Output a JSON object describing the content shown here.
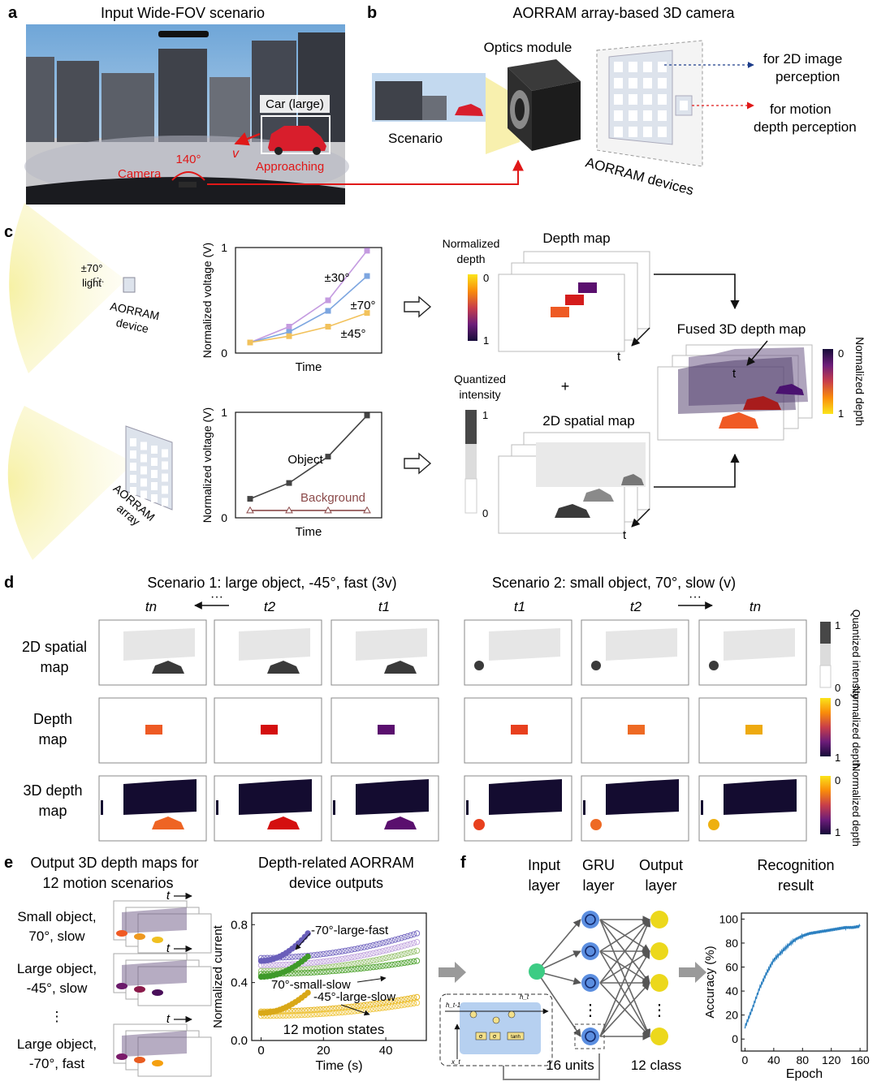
{
  "panels": {
    "a": {
      "letter": "a",
      "title": "Input Wide-FOV scenario",
      "car_label": "Car (large)",
      "velocity": "v",
      "angle": "140°",
      "camera": "Camera",
      "approaching": "Approaching"
    },
    "b": {
      "letter": "b",
      "title": "AORRAM array-based 3D camera",
      "optics": "Optics module",
      "scenario": "Scenario",
      "devices": "AORRAM devices",
      "arrow1_line1": "for 2D image",
      "arrow1_line2": "perception",
      "arrow2_line1": "for motion",
      "arrow2_line2": "depth perception"
    },
    "c": {
      "letter": "c",
      "light_line1": "±70°",
      "light_line2": "light",
      "device_line1": "AORRAM",
      "device_line2": "device",
      "array_line1": "AORRAM",
      "array_line2": "array",
      "depth_map": "Depth map",
      "norm_depth_line1": "Normalized",
      "norm_depth_line2": "depth",
      "quant_line1": "Quantized",
      "quant_line2": "intensity",
      "spatial_map": "2D spatial map",
      "fused": "Fused 3D depth map",
      "plus": "+",
      "t": "t",
      "scale_0": "0",
      "scale_1": "1",
      "normalized_depth_vertical": "Normalized depth"
    },
    "d": {
      "letter": "d",
      "scenario1": "Scenario 1: large object, -45°, fast (3v)",
      "scenario2": "Scenario 2: small object, 70°, slow (v)",
      "row1_line1": "2D spatial",
      "row1_line2": "map",
      "row2_line1": "Depth",
      "row2_line2": "map",
      "row3_line1": "3D depth",
      "row3_line2": "map",
      "time_left": [
        "tn",
        "t2",
        "t1"
      ],
      "time_right": [
        "t1",
        "t2",
        "tn"
      ],
      "dots": "···",
      "bar1_label": "Quantized intensity",
      "bar2_label": "Normalized depth",
      "bar3_label": "Normalized depth",
      "bar_top_1": "1",
      "bar_bot_1": "0",
      "bar_top_2": "0",
      "bar_bot_2": "1",
      "bar_top_3": "0",
      "bar_bot_3": "1"
    },
    "e": {
      "letter": "e",
      "title_left_line1": "Output 3D depth maps for",
      "title_left_line2": "12 motion scenarios",
      "title_right_line1": "Depth-related AORRAM",
      "title_right_line2": "device outputs",
      "scen1_line1": "Small object,",
      "scen1_line2": "70°, slow",
      "scen2_line1": "Large object,",
      "scen2_line2": "-45°, slow",
      "vdots": "⋮",
      "scen3_line1": "Large object,",
      "scen3_line2": "-70°, fast",
      "t": "t"
    },
    "f": {
      "letter": "f",
      "input_line1": "Input",
      "input_line2": "layer",
      "gru_line1": "GRU",
      "gru_line2": "layer",
      "output_line1": "Output",
      "output_line2": "layer",
      "result_line1": "Recognition",
      "result_line2": "result",
      "units": "16 units",
      "classes": "12 class",
      "h_prev": "h_t-1",
      "h_t": "h_t",
      "x_t": "x_t",
      "tanh": "tanh",
      "sigma": "σ"
    }
  },
  "chart_data": [
    {
      "id": "c-top",
      "type": "line",
      "xlabel": "Time",
      "ylabel": "Normalized voltage (V)",
      "ylim": [
        0,
        1
      ],
      "yticks": [
        "0",
        "1"
      ],
      "series": [
        {
          "name": "±30°",
          "color": "#c49be0",
          "values": [
            0.1,
            0.25,
            0.5,
            0.97
          ]
        },
        {
          "name": "±70°",
          "color": "#7da6e0",
          "values": [
            0.1,
            0.2,
            0.4,
            0.73
          ]
        },
        {
          "name": "±45°",
          "color": "#f2c25c",
          "values": [
            0.1,
            0.16,
            0.25,
            0.38
          ]
        }
      ]
    },
    {
      "id": "c-bottom",
      "type": "line",
      "xlabel": "Time",
      "ylabel": "Normalized voltage (V)",
      "ylim": [
        0,
        1
      ],
      "yticks": [
        "0",
        "1"
      ],
      "series": [
        {
          "name": "Object",
          "color": "#444444",
          "values": [
            0.18,
            0.33,
            0.58,
            0.97
          ]
        },
        {
          "name": "Background",
          "color": "#8b4a4a",
          "values": [
            0.07,
            0.07,
            0.07,
            0.07
          ]
        }
      ]
    },
    {
      "id": "e-chart",
      "type": "scatter",
      "title": "12 motion states",
      "xlabel": "Time (s)",
      "ylabel": "Normalized current",
      "xlim": [
        -3,
        53
      ],
      "ylim": [
        0,
        0.88
      ],
      "xticks": [
        0,
        20,
        40
      ],
      "yticks": [
        0.0,
        0.4,
        0.8
      ],
      "annotations": [
        "-70°-large-fast",
        "70°-small-slow",
        "-45°-large-slow"
      ],
      "series": [
        {
          "color": "#7b6fc4",
          "start": 0.57,
          "end": 0.74,
          "xmax": 50
        },
        {
          "color": "#c4a8e0",
          "start": 0.52,
          "end": 0.68,
          "xmax": 50
        },
        {
          "color": "#9fc77a",
          "start": 0.48,
          "end": 0.62,
          "xmax": 50
        },
        {
          "color": "#58a83a",
          "start": 0.46,
          "end": 0.55,
          "xmax": 50
        },
        {
          "color": "#e8b825",
          "start": 0.2,
          "end": 0.3,
          "xmax": 50
        },
        {
          "color": "#f0c845",
          "start": 0.17,
          "end": 0.26,
          "xmax": 50
        },
        {
          "color": "#6a5fba",
          "start": 0.55,
          "end": 0.74,
          "xmax": 15
        },
        {
          "color": "#3f9a2a",
          "start": 0.44,
          "end": 0.58,
          "xmax": 15
        },
        {
          "color": "#d9a818",
          "start": 0.19,
          "end": 0.33,
          "xmax": 15
        }
      ]
    },
    {
      "id": "f-accuracy",
      "type": "line",
      "xlabel": "Epoch",
      "ylabel": "Accuracy (%)",
      "xlim": [
        -5,
        170
      ],
      "ylim": [
        -10,
        105
      ],
      "xticks": [
        0,
        40,
        80,
        120,
        160
      ],
      "yticks": [
        0,
        20,
        40,
        60,
        80,
        100
      ],
      "series": [
        {
          "color": "#2a7fc0",
          "x": [
            0,
            10,
            20,
            30,
            40,
            50,
            60,
            70,
            80,
            90,
            100,
            110,
            120,
            130,
            140,
            150,
            160
          ],
          "values": [
            10,
            25,
            42,
            55,
            66,
            72,
            78,
            83,
            86,
            88,
            89,
            90,
            91,
            92,
            93,
            93,
            94
          ]
        }
      ]
    }
  ]
}
